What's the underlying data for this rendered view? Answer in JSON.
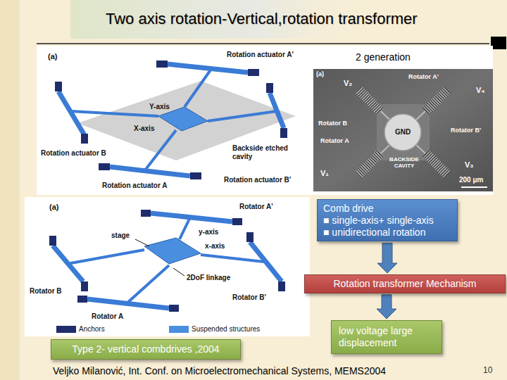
{
  "diagram": {
    "title": "Two axis rotation-Vertical,rotation transformer",
    "caption": "Veljko Milanović, Int. Conf. on Microelectromechanical Systems, MEMS2004",
    "nodes": [
      {
        "text": [
          "Comb drive",
          "■ single-axis+ single-axis",
          "■ unidirectional rotation"
        ]
      },
      {
        "text": [
          "Rotation transformer Mechanism"
        ]
      },
      {
        "text": [
          "low voltage large displacement"
        ]
      },
      {
        "text": [
          "Type 2- vertical combdrives ,2004"
        ]
      }
    ],
    "edges": [
      {
        "from": 0,
        "to": 1,
        "arrow": "to"
      },
      {
        "from": 1,
        "to": 2,
        "arrow": "to"
      }
    ],
    "labels": [
      "2 generation",
      "(a)",
      "Rotation actuator A'",
      "Rotation actuator B",
      "Y-axis",
      "X-axis",
      "Rotation actuator B'",
      "Backside etched cavity",
      "Rotation actuator A",
      "(a)",
      "V₂",
      "Rotator B",
      "Rotator A'",
      "V₄",
      "GND",
      "Rotator B'",
      "Rotator A",
      "V₁",
      "V₃",
      "BACKSIDE CAVITY",
      "200 μm",
      "(a)",
      "Rotator A'",
      "stage",
      "y-axis",
      "x-axis",
      "2DoF linkage",
      "Rotator B'",
      "Rotator B",
      "Rotator A",
      "10"
    ],
    "legend": [
      {
        "text": "Anchors",
        "color": "#1f2d6b"
      },
      {
        "text": "Suspended structures",
        "color": "#4a8ee0"
      }
    ]
  }
}
